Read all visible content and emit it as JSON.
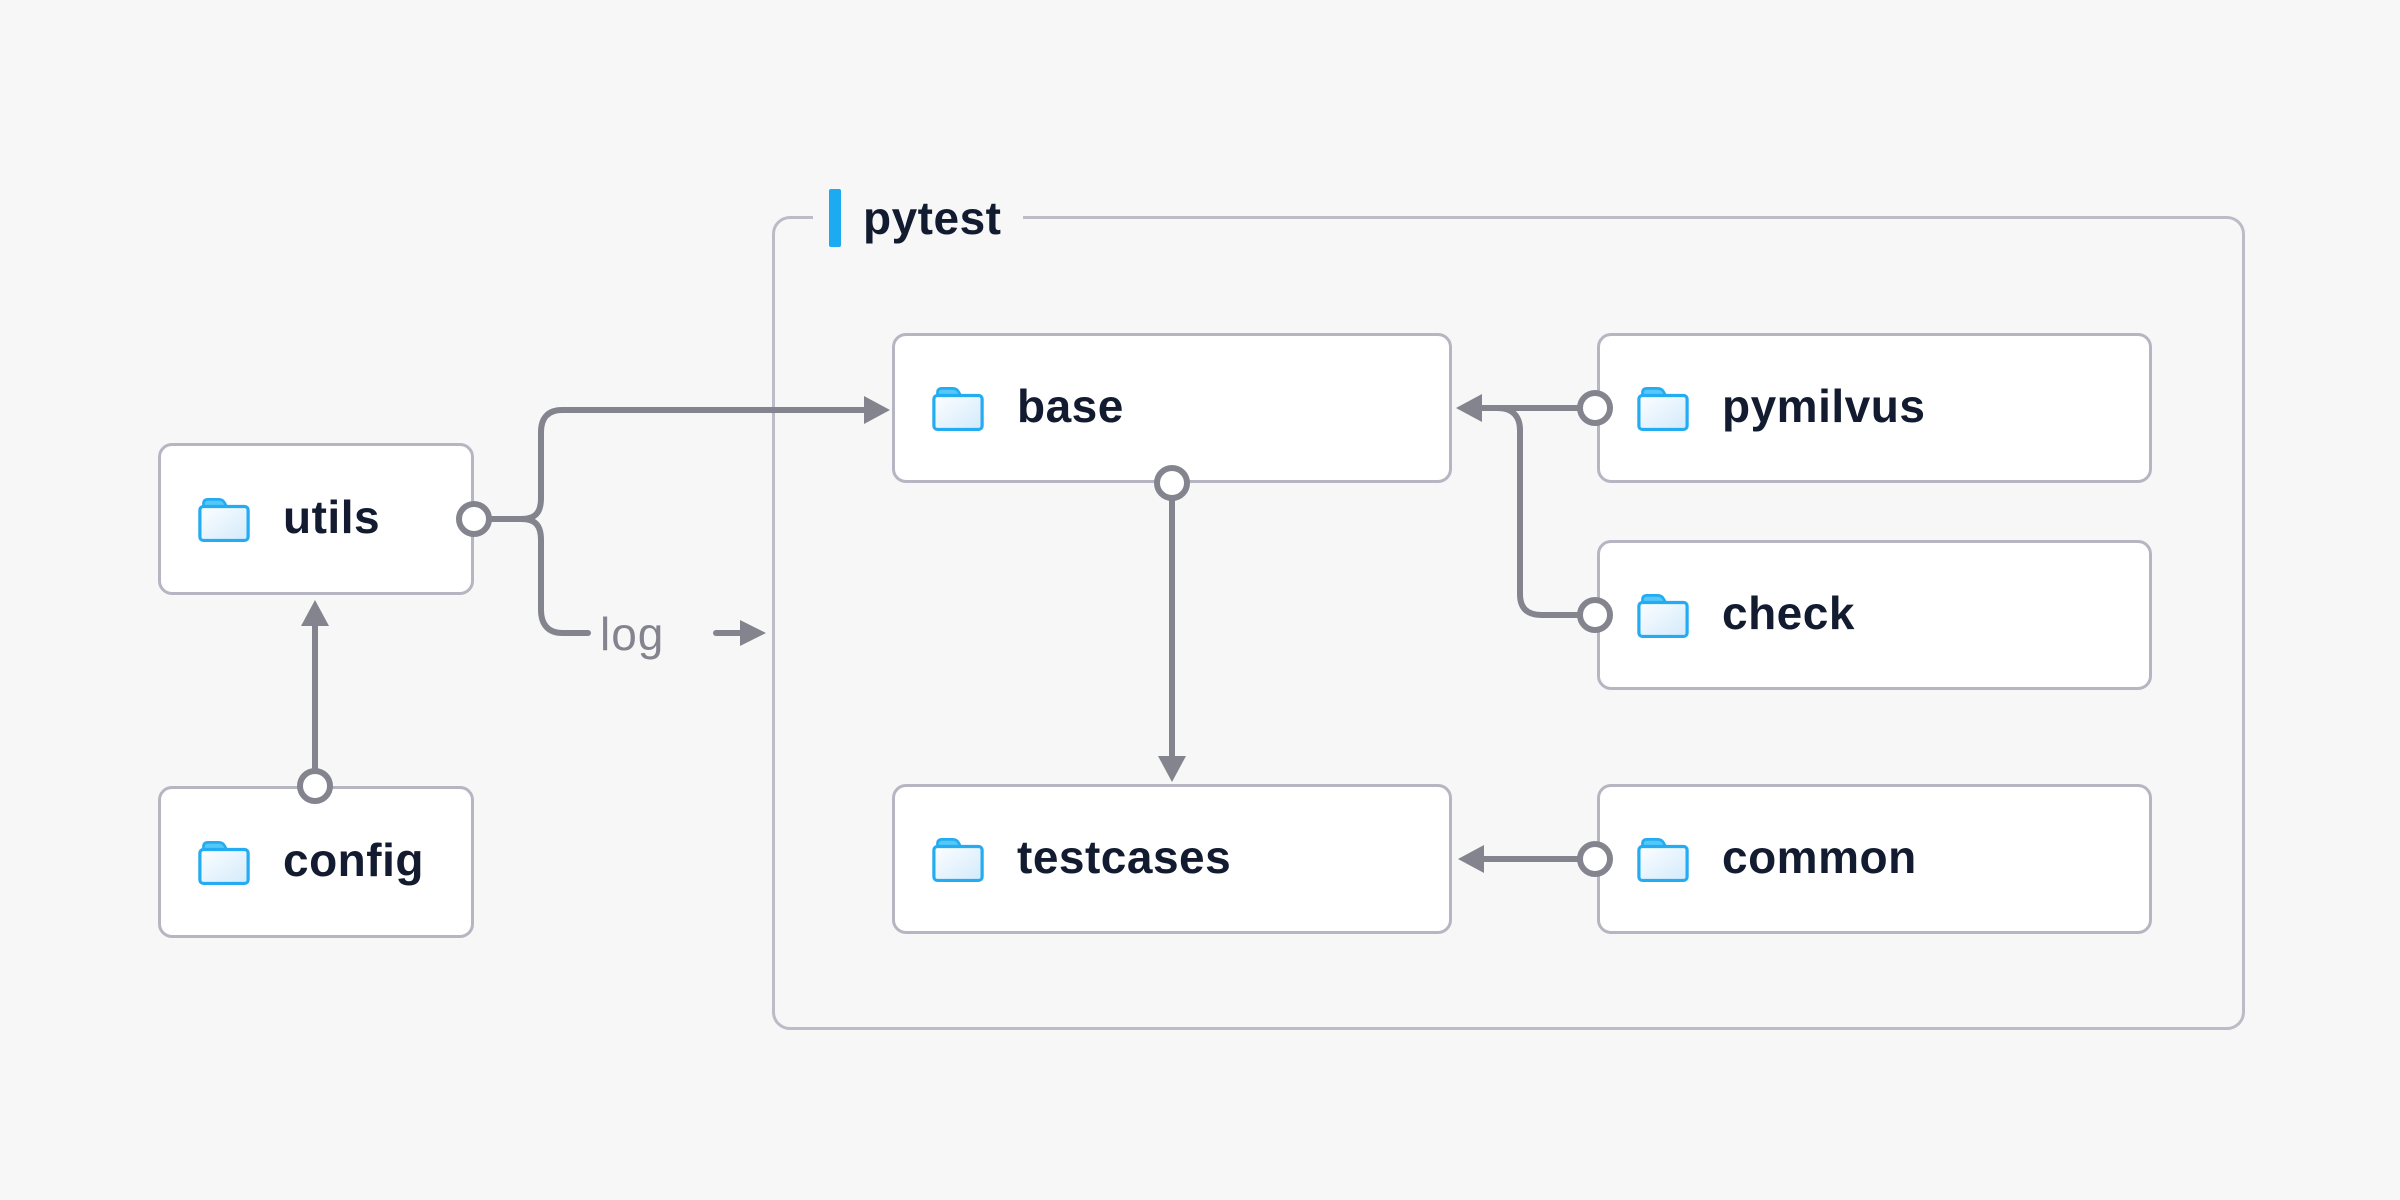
{
  "diagram": {
    "type": "folder-architecture",
    "group": {
      "label": "pytest",
      "contains": [
        "base",
        "testcases",
        "pymilvus",
        "check",
        "common"
      ]
    },
    "nodes": [
      {
        "id": "utils",
        "label": "utils",
        "icon": "folder-icon",
        "inside_group": false
      },
      {
        "id": "config",
        "label": "config",
        "icon": "folder-icon",
        "inside_group": false
      },
      {
        "id": "base",
        "label": "base",
        "icon": "folder-icon",
        "inside_group": true
      },
      {
        "id": "testcases",
        "label": "testcases",
        "icon": "folder-icon",
        "inside_group": true
      },
      {
        "id": "pymilvus",
        "label": "pymilvus",
        "icon": "folder-icon",
        "inside_group": true
      },
      {
        "id": "check",
        "label": "check",
        "icon": "folder-icon",
        "inside_group": true
      },
      {
        "id": "common",
        "label": "common",
        "icon": "folder-icon",
        "inside_group": true
      }
    ],
    "edges": [
      {
        "from": "config",
        "to": "utils",
        "style": "circle-to-arrow",
        "direction": "up"
      },
      {
        "from": "utils",
        "to": "base",
        "style": "circle-to-arrow",
        "direction": "right"
      },
      {
        "from": "utils",
        "to": "log",
        "style": "branch-to-label",
        "label": "log"
      },
      {
        "from": "pymilvus",
        "to": "base",
        "style": "circle-to-arrow",
        "direction": "left"
      },
      {
        "from": "check",
        "to": "base",
        "style": "circle-to-arrow",
        "direction": "left",
        "merges_with": "pymilvus"
      },
      {
        "from": "base",
        "to": "testcases",
        "style": "circle-to-arrow",
        "direction": "down"
      },
      {
        "from": "common",
        "to": "testcases",
        "style": "circle-to-arrow",
        "direction": "left"
      }
    ]
  },
  "group": {
    "label": "pytest"
  },
  "nodes": [
    {
      "label": "utils"
    },
    {
      "label": "config"
    },
    {
      "label": "base"
    },
    {
      "label": "testcases"
    },
    {
      "label": "pymilvus"
    },
    {
      "label": "check"
    },
    {
      "label": "common"
    }
  ],
  "edge_labels": {
    "log": "log"
  },
  "colors": {
    "bg": "#f7f7f8",
    "node-bg": "#ffffff",
    "node-border": "#b6b6c2",
    "group-border": "#bcbcc8",
    "line": "#84848e",
    "text": "#121b2f",
    "muted-text": "#84848e",
    "accent": "#1caaf1",
    "folder-stroke": "#24acf2",
    "folder-tab": "#55c8f7",
    "folder-fill-light": "#fdfeff",
    "folder-fill-dark": "#d2eafb"
  }
}
